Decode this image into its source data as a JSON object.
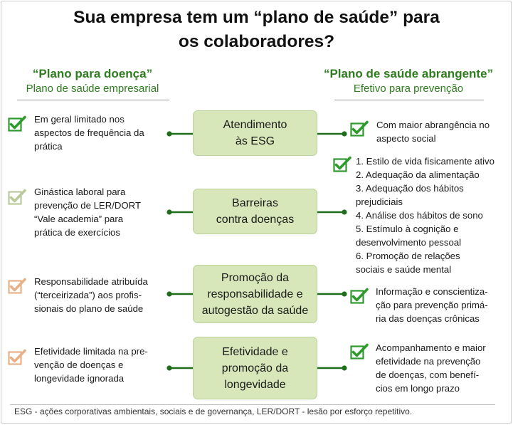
{
  "title_line1": "Sua empresa tem um “plano de saúde” para",
  "title_line2": "os colaboradores?",
  "left_header": {
    "title": "“Plano para doença”",
    "subtitle": "Plano de saúde empresarial"
  },
  "right_header": {
    "title": "“Plano de saúde abrangente”",
    "subtitle": "Efetivo para prevenção"
  },
  "center_boxes": [
    {
      "label": "Atendimento\nàs ESG"
    },
    {
      "label": "Barreiras\ncontra doenças"
    },
    {
      "label": "Promoção da\nresponsabilidade e\nautogestão da saúde"
    },
    {
      "label": "Efetividade  e\npromoção da\nlongevidade"
    }
  ],
  "left_items": [
    {
      "text": "Em geral limitado nos\naspectos de frequência da\nprática",
      "check_color": "#2e9a2e"
    },
    {
      "text": "Ginástica laboral para\nprevenção de LER/DORT\n“Vale academia” para\nprática de exercícios",
      "check_color": "#b9c99a"
    },
    {
      "text": "Responsabilidade atribuída\n(“terceirizada”) aos profis-\nsionais do plano de saúde",
      "check_color": "#e8b088"
    },
    {
      "text": "Efetividade limitada na pre-\nvenção de doenças e\nlongevidade ignorada",
      "check_color": "#e8b088"
    }
  ],
  "right_items": [
    {
      "text": "Com maior abrangência no\naspecto social",
      "check_color": "#2e9a2e"
    },
    {
      "text": "1. Estilo de vida fisicamente ativo\n2. Adequação da alimentação\n3. Adequação dos hábitos\nprejudiciais\n4. Análise dos hábitos de sono\n5. Estímulo à cognição e\ndesenvolvimento pessoal\n6. Promoção  de relações\nsociais e saúde mental",
      "check_color": "#2e9a2e"
    },
    {
      "text": "Informação e conscientiza-\nção para prevenção primá-\nria das doenças crônicas",
      "check_color": "#2e9a2e"
    },
    {
      "text": "Acompanhamento  e maior\nefetividade na prevenção\nde doenças, com benefí-\ncios em longo prazo",
      "check_color": "#2e9a2e"
    }
  ],
  "footer": "ESG - ações corporativas ambientais, sociais e de governança, LER/DORT - lesão por esforço repetitivo.",
  "connector_color": "#1f6f1a"
}
